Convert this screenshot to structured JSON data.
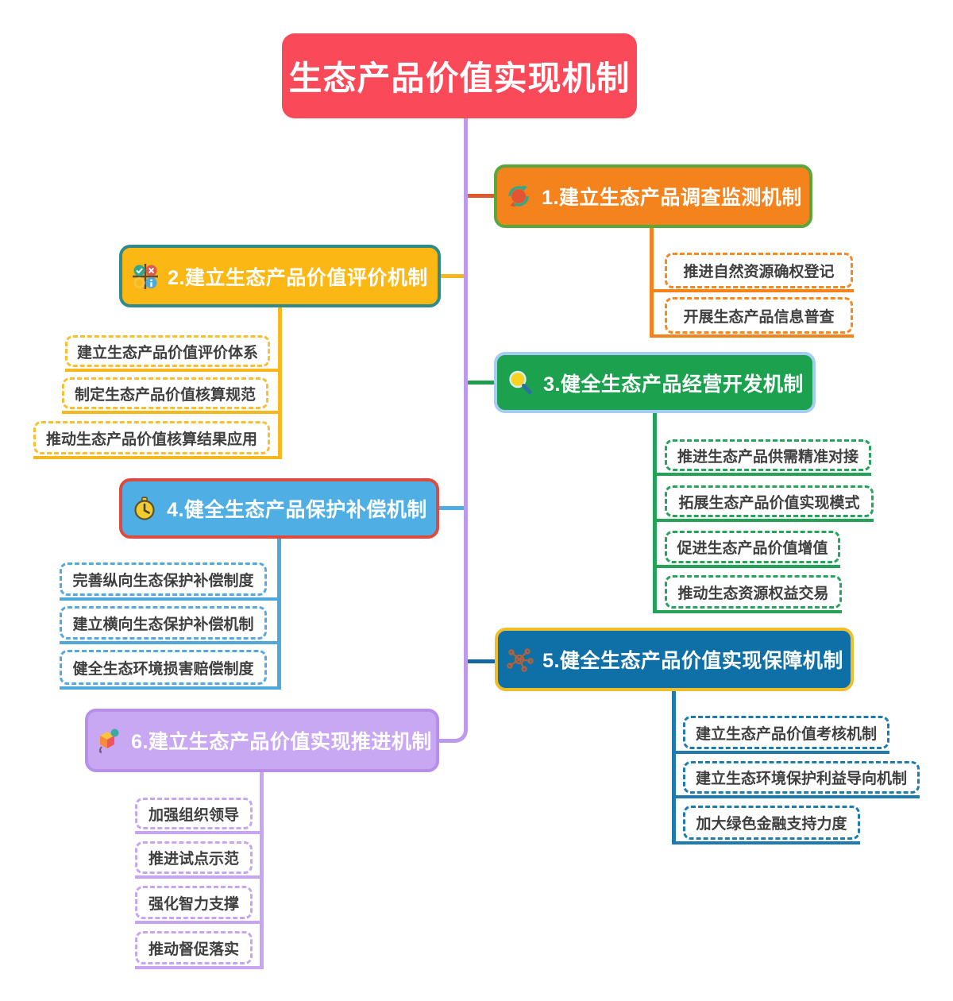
{
  "root": {
    "label": "生态产品价值实现机制",
    "color": "#FA4A5A"
  },
  "trunk_color": "#BD9BEC",
  "branches": [
    {
      "label": "1.建立生态产品调查监测机制",
      "icon": "refresh-icon",
      "fill": "#F5831D",
      "border": "#58A83E",
      "connector": "#E05A2B",
      "child_line": "#F5831D",
      "side": "right",
      "children": [
        "推进自然资源确权登记",
        "开展生态产品信息普查"
      ]
    },
    {
      "label": "2.建立生态产品价值评价机制",
      "icon": "status-grid-icon",
      "fill": "#FBB713",
      "border": "#2F8A8C",
      "connector": "#F7B71D",
      "child_line": "#F7B71D",
      "side": "left",
      "children": [
        "建立生态产品价值评价体系",
        "制定生态产品价值核算规范",
        "推动生态产品价值核算结果应用"
      ]
    },
    {
      "label": "3.健全生态产品经营开发机制",
      "icon": "magnifier-icon",
      "fill": "#1CA14F",
      "border": "#A7CCF4",
      "connector": "#1E9E4C",
      "child_line": "#22A356",
      "side": "right",
      "children": [
        "推进生态产品供需精准对接",
        "拓展生态产品价值实现模式",
        "促进生态产品价值增值",
        "推动生态资源权益交易"
      ]
    },
    {
      "label": "4.健全生态产品保护补偿机制",
      "icon": "clock-icon",
      "fill": "#4FAEE4",
      "border": "#DC4A40",
      "connector": "#4FAEE4",
      "child_line": "#4FA8DC",
      "side": "left",
      "children": [
        "完善纵向生态保护补偿制度",
        "建立横向生态保护补偿机制",
        "健全生态环境损害赔偿制度"
      ]
    },
    {
      "label": "5.健全生态产品价值实现保障机制",
      "icon": "molecule-icon",
      "fill": "#0F6FA7",
      "border": "#EFBE2A",
      "connector": "#15689C",
      "child_line": "#1F7AAE",
      "side": "right",
      "children": [
        "建立生态产品价值考核机制",
        "建立生态环境保护利益导向机制",
        "加大绿色金融支持力度"
      ]
    },
    {
      "label": "6.建立生态产品价值实现推进机制",
      "icon": "cube-icon",
      "fill": "#C8A7F3",
      "border": "#B78FE9",
      "connector": "#BD9BEC",
      "child_line": "#C7A5F2",
      "side": "left",
      "children": [
        "加强组织领导",
        "推进试点示范",
        "强化智力支撑",
        "推动督促落实"
      ]
    }
  ]
}
